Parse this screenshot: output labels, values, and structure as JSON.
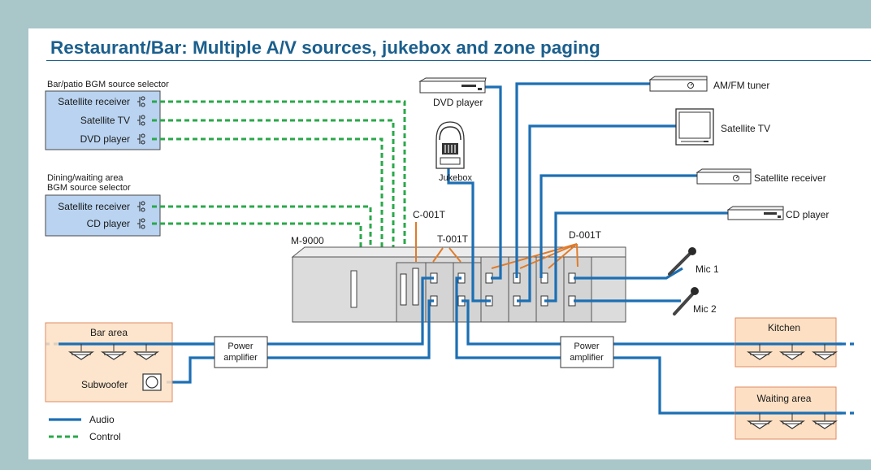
{
  "title": "Restaurant/Bar: Multiple A/V sources, jukebox and zone paging",
  "selectors": {
    "bar": {
      "label": "Bar/patio BGM source selector",
      "items": [
        "Satellite receiver",
        "Satellite TV",
        "DVD player"
      ]
    },
    "dining": {
      "label_line1": "Dining/waiting area",
      "label_line2": "BGM source selector",
      "items": [
        "Satellite receiver",
        "CD player"
      ]
    }
  },
  "mixer": {
    "label": "M-9000"
  },
  "modules": {
    "c": "C-001T",
    "t": "T-001T",
    "d": "D-001T"
  },
  "sources": {
    "dvd": "DVD player",
    "jukebox": "Jukebox",
    "tuner": "AM/FM tuner",
    "satellite_tv": "Satellite TV",
    "satellite_receiver": "Satellite receiver",
    "cd": "CD player"
  },
  "mics": [
    "Mic 1",
    "Mic 2"
  ],
  "zones": {
    "bar": "Bar area",
    "subwoofer": "Subwoofer",
    "kitchen": "Kitchen",
    "waiting": "Waiting area"
  },
  "amplifier": {
    "line1": "Power",
    "line2": "amplifier"
  },
  "legend": {
    "audio": "Audio",
    "control": "Control"
  },
  "colors": {
    "audio": "#1c6fb4",
    "control": "#2aa84a",
    "module_link": "#e07b2a",
    "selector_fill": "#b9d3f0",
    "zone_fill": "#fde0c4",
    "title": "#1b5f8d",
    "background": "#a9c6c9"
  }
}
